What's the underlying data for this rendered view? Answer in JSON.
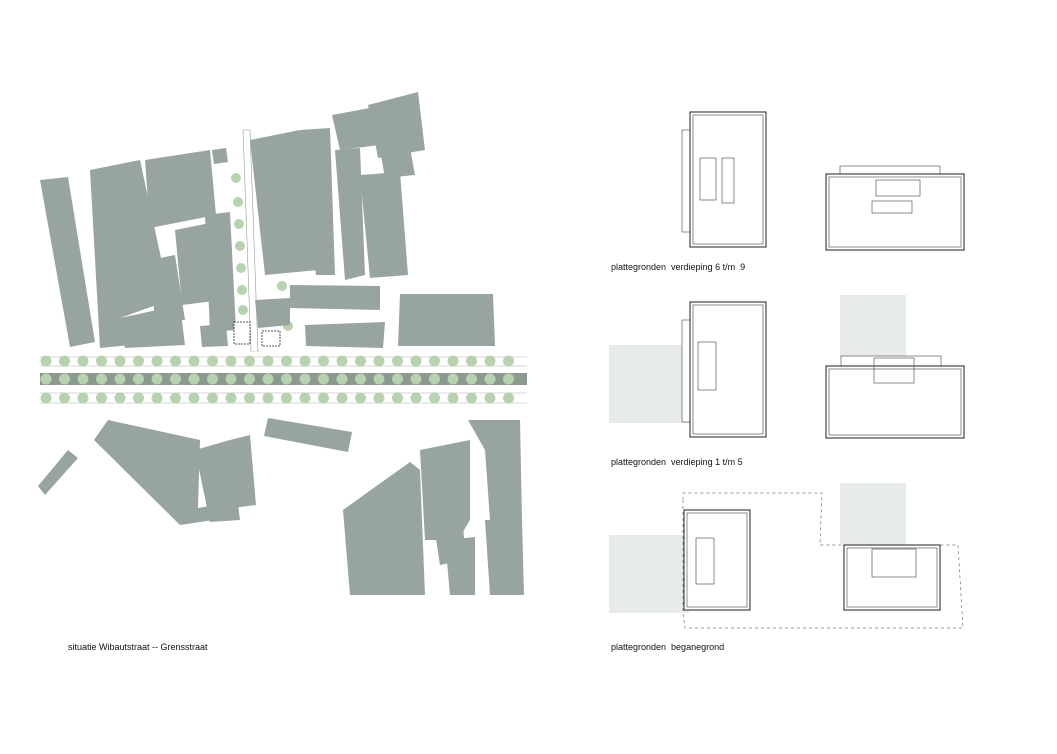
{
  "captions": {
    "site": "situatie Wibautstraat -- Grensstraat",
    "floors_upper": "plattegronden  verdieping 6 t/m  9",
    "floors_middle": "plattegronden  verdieping 1 t/m 5",
    "floors_ground": "plattegronden  beganegrond"
  },
  "colors": {
    "building": "#98a59f",
    "tree": "#b6d3ad",
    "adjacent_plot": "#e8ece9",
    "line": "#222222"
  }
}
